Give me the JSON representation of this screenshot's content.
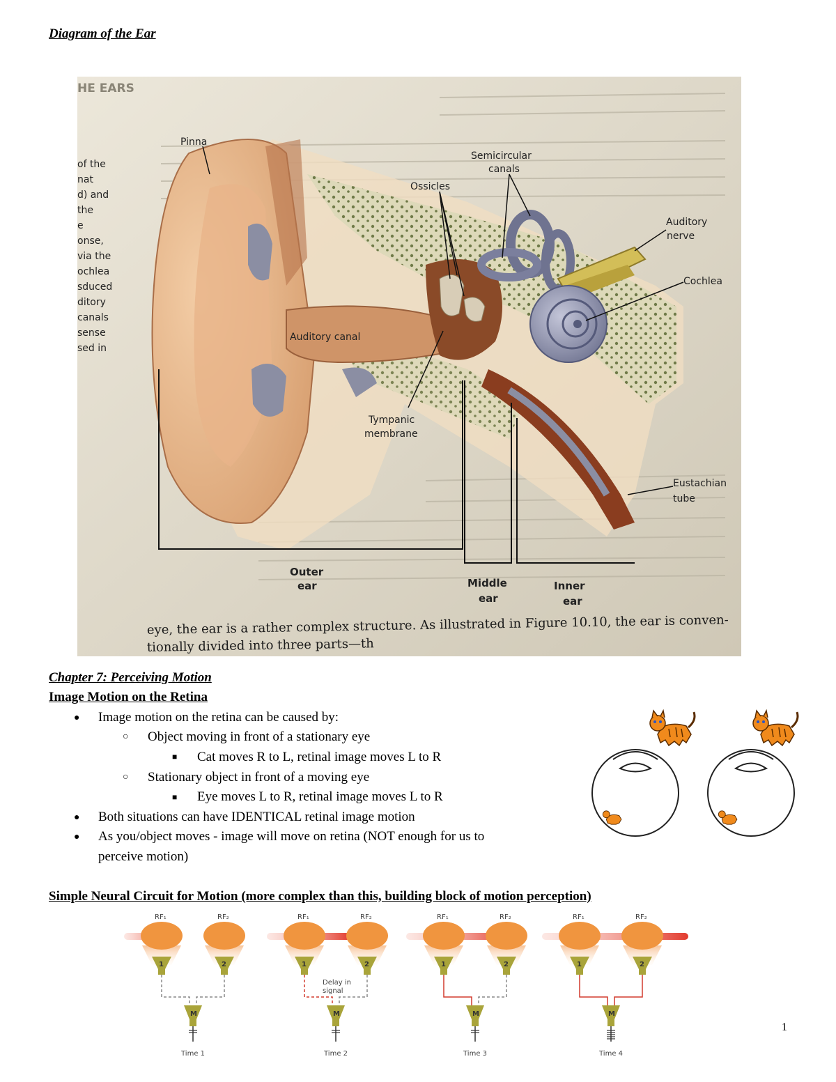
{
  "ear_section": {
    "heading": "Diagram of the Ear",
    "photo": {
      "page_header": "HE EARS",
      "side_text": [
        "of the",
        "nat",
        "d) and",
        "the",
        "e",
        "onse,",
        "via the",
        "ochlea",
        "sduced",
        "ditory",
        "canals",
        "sense",
        "sed in"
      ],
      "labels": {
        "pinna": "Pinna",
        "semicircular_1": "Semicircular",
        "semicircular_2": "canals",
        "ossicles": "Ossicles",
        "auditory_nerve_1": "Auditory",
        "auditory_nerve_2": "nerve",
        "cochlea": "Cochlea",
        "auditory_canal": "Auditory canal",
        "tympanic_1": "Tympanic",
        "tympanic_2": "membrane",
        "eustachian_1": "Eustachian",
        "eustachian_2": "tube",
        "outer_1": "Outer",
        "outer_2": "ear",
        "middle_1": "Middle",
        "middle_2": "ear",
        "inner_1": "Inner",
        "inner_2": "ear"
      },
      "caption_1": "eye, the ear is a rather complex structure. As illustrated in Figure 10.10, the ear is conven-",
      "caption_2": "tionally divided into three parts—th"
    }
  },
  "chapter": {
    "title": "Chapter 7: Perceiving Motion",
    "subtitle": "Image Motion on the Retina",
    "bullets": {
      "b1": "Image motion on the retina can be caused by:",
      "b1a": "Object moving in front of a stationary eye",
      "b1a1": "Cat moves R to L, retinal image moves L to R",
      "b1b": "Stationary object in front of a moving eye",
      "b1b1": "Eye moves L to R, retinal image moves L to R",
      "b2": "Both situations can have IDENTICAL retinal image motion",
      "b3_line1": "As you/object moves - image will move on retina (NOT enough for us to",
      "b3_line2": "perceive motion)"
    }
  },
  "circuit": {
    "heading": "Simple Neural Circuit for Motion (more complex than this, building block of motion perception)",
    "rf1": "RF₁",
    "rf2": "RF₂",
    "n1": "1",
    "n2": "2",
    "m": "M",
    "delay_1": "Delay in",
    "delay_2": "signal",
    "time_labels": [
      "Time 1",
      "Time 2",
      "Time 3",
      "Time 4"
    ]
  },
  "page_number": "1"
}
